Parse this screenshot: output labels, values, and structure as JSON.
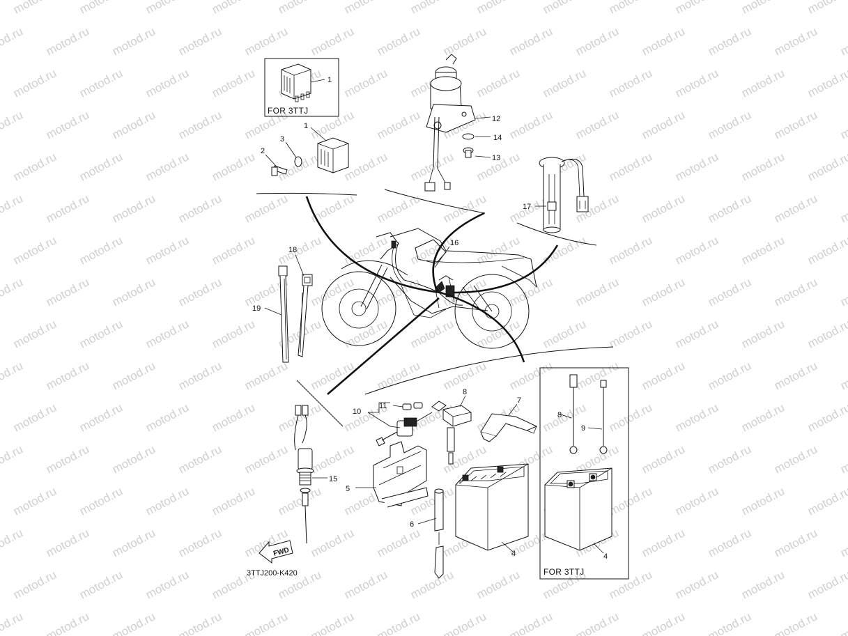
{
  "watermark": "motod.ru",
  "colors": {
    "ink": "#111111",
    "watermark": "#cfcfcf",
    "background": "#ffffff"
  },
  "diagram_code": "3TTJ200-K420",
  "fwd_label": "FWD",
  "boxes": {
    "regulator_variant": "FOR 3TTJ",
    "battery_variant": "FOR 3TTJ"
  },
  "callouts": {
    "c1_box": "1",
    "c1": "1",
    "c2": "2",
    "c3": "3",
    "c4": "4",
    "c4_box": "4",
    "c5": "5",
    "c6": "6",
    "c7": "7",
    "c8": "8",
    "c8_box": "8",
    "c9": "9",
    "c10": "10",
    "c11": "11",
    "c12": "12",
    "c13": "13",
    "c14": "14",
    "c15": "15",
    "c16": "16",
    "c17": "17",
    "c18": "18",
    "c19": "19"
  }
}
